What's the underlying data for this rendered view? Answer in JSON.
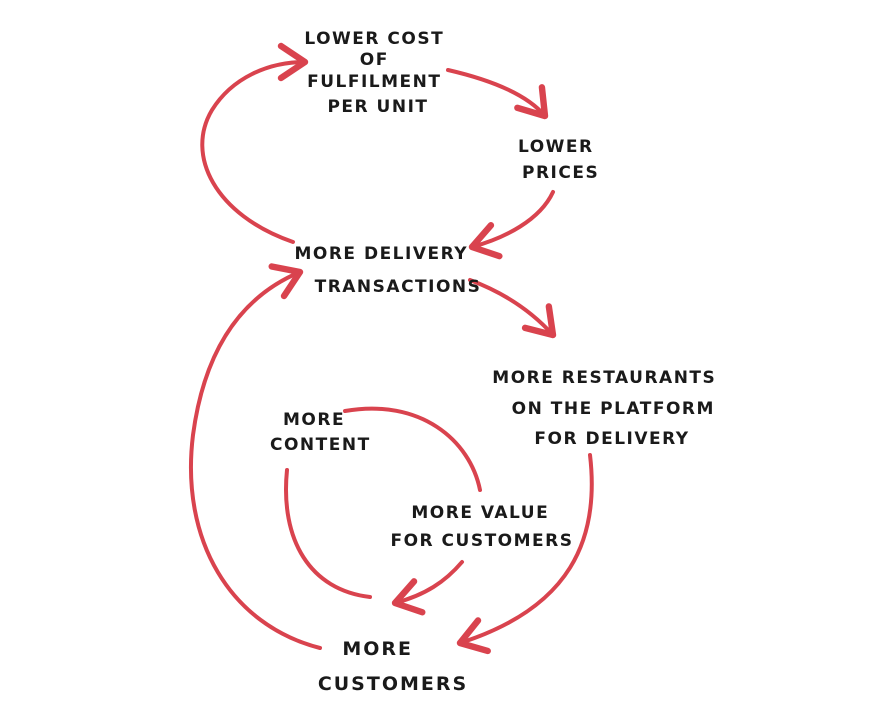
{
  "colors": {
    "arrow": "#d9434e",
    "text": "#1a1a1a",
    "background": "#ffffff"
  },
  "nodes": {
    "lower_cost": {
      "lines": [
        "LOWER COST",
        "OF",
        "FULFILMENT",
        "PER UNIT"
      ]
    },
    "lower_prices": {
      "lines": [
        "LOWER",
        "PRICES"
      ]
    },
    "more_delivery": {
      "lines": [
        "MORE DELIVERY",
        "TRANSACTIONS"
      ]
    },
    "more_restaurants": {
      "lines": [
        "MORE RESTAURANTS",
        "ON THE PLATFORM",
        "FOR DELIVERY"
      ]
    },
    "more_content": {
      "lines": [
        "MORE",
        "CONTENT"
      ]
    },
    "more_value": {
      "lines": [
        "MORE VALUE",
        "FOR CUSTOMERS"
      ]
    },
    "more_customers": {
      "lines": [
        "MORE",
        "CUSTOMERS"
      ]
    }
  }
}
